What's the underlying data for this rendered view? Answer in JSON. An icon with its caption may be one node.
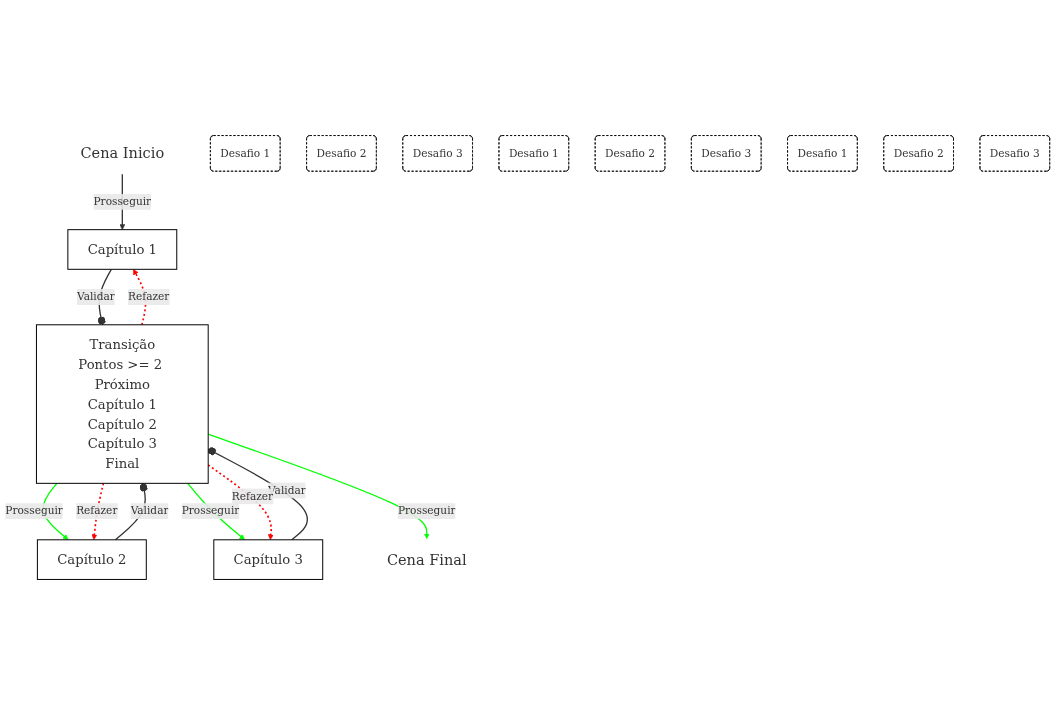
{
  "diagram": {
    "nodes": [
      {
        "text": [
          "Cena Inicio"
        ]
      },
      {
        "text": [
          "Capítulo 1"
        ]
      },
      {
        "text": [
          "Desafio 1"
        ]
      },
      {
        "text": [
          "Desafio 2"
        ]
      },
      {
        "text": [
          "Desafio 3"
        ]
      },
      {
        "text": [
          "Capítulo 2"
        ]
      },
      {
        "text": [
          "Desafio 1"
        ]
      },
      {
        "text": [
          "Desafio 2"
        ]
      },
      {
        "text": [
          "Desafio 3"
        ]
      },
      {
        "text": [
          "Transição",
          "Pontos >= 2 Próximo",
          "Capítulo 1",
          "Capítulo 2",
          "Capítulo 3",
          "Final"
        ]
      },
      {
        "text": [
          "Capítulo 3"
        ]
      },
      {
        "text": [
          "Desafio 1"
        ]
      },
      {
        "text": [
          "Desafio 2"
        ]
      },
      {
        "text": [
          "Desafio 3"
        ]
      },
      {
        "text": [
          "Cena Final"
        ]
      }
    ],
    "edges": [
      {
        "from": 0,
        "to": 1,
        "arrow": "to",
        "label": "Prosseguir"
      },
      {
        "from": 1,
        "to": 9,
        "arrow": "other",
        "label": "Validar"
      },
      {
        "from": 9,
        "to": 1,
        "arrow": "to",
        "label": "Refazer",
        "style": "dashed",
        "color": "#ff0000"
      },
      {
        "from": 9,
        "to": 5,
        "arrow": "to",
        "label": "Prosseguir",
        "color": "#00ff00"
      },
      {
        "from": 5,
        "to": 9,
        "arrow": "other",
        "label": "Validar"
      },
      {
        "from": 9,
        "to": 5,
        "arrow": "to",
        "label": "Refazer",
        "style": "dashed",
        "color": "#ff0000"
      },
      {
        "from": 9,
        "to": 10,
        "arrow": "to",
        "label": "Prosseguir",
        "color": "#00ff00"
      },
      {
        "from": 10,
        "to": 9,
        "arrow": "other",
        "label": "Validar"
      },
      {
        "from": 9,
        "to": 10,
        "arrow": "to",
        "label": "Refazer",
        "style": "dashed",
        "color": "#ff0000"
      },
      {
        "from": 9,
        "to": 14,
        "arrow": "to",
        "label": "Prosseguir",
        "color": "#00ff00"
      }
    ]
  }
}
